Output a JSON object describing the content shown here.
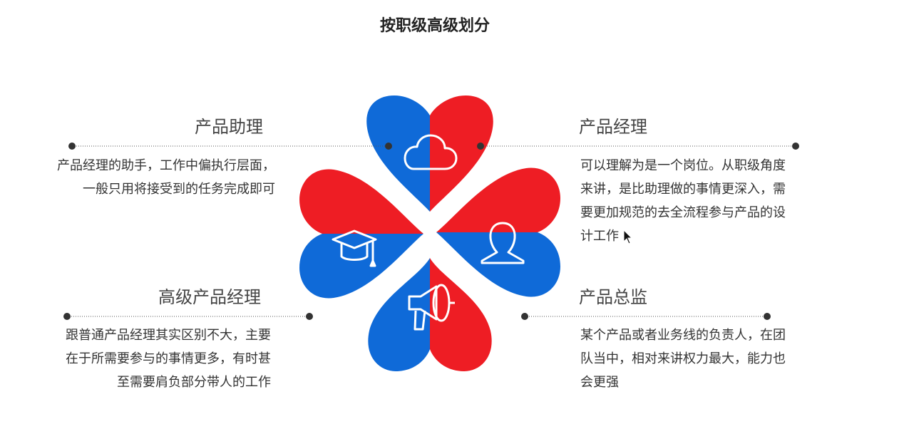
{
  "title": "按职级高级划分",
  "colors": {
    "blue": "#0f6ad8",
    "red": "#ee1d24",
    "icon": "#ffffff",
    "line": "#555555"
  },
  "roles": {
    "assistant": {
      "heading": "产品助理",
      "icon": "cloud-icon",
      "lines": [
        "产品经理的助手，工作中偏执行层面，",
        "一般只用将接受到的任务完成即可"
      ]
    },
    "manager": {
      "heading": "产品经理",
      "icon": "user-icon",
      "lines": [
        "可以理解为是一个岗位。从职级角度",
        "来讲，是比助理做的事情更深入，需",
        "要更加规范的去全流程参与产品的设",
        "计工作"
      ]
    },
    "senior": {
      "heading": "高级产品经理",
      "icon": "graduation-cap-icon",
      "lines": [
        "跟普通产品经理其实区别不大，主要",
        "在于所需要参与的事情更多，有时甚",
        "至需要肩负部分带人的工作"
      ]
    },
    "director": {
      "heading": "产品总监",
      "icon": "megaphone-icon",
      "lines": [
        "某个产品或者业务线的负责人，在团",
        "队当中，相对来讲权力最大，能力也",
        "会更强"
      ]
    }
  }
}
